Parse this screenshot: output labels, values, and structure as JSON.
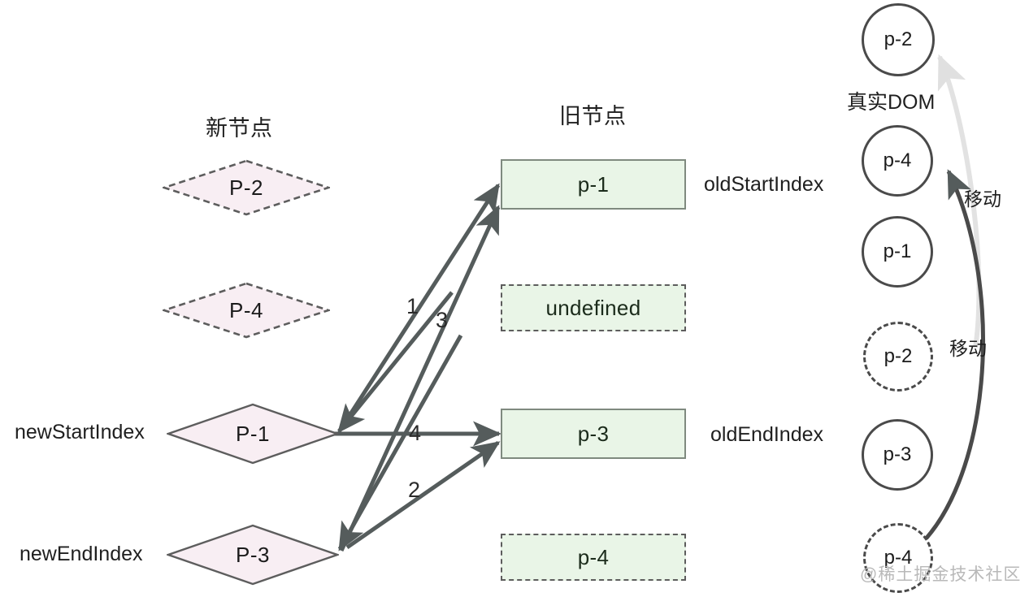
{
  "columns": {
    "new_nodes_title": "新节点",
    "old_nodes_title": "旧节点",
    "real_dom_title": "真实DOM"
  },
  "new_nodes": [
    {
      "label": "P-2",
      "border": "dashed",
      "pointer": ""
    },
    {
      "label": "P-4",
      "border": "dashed",
      "pointer": ""
    },
    {
      "label": "P-1",
      "border": "solid",
      "pointer": "newStartIndex"
    },
    {
      "label": "P-3",
      "border": "solid",
      "pointer": "newEndIndex"
    }
  ],
  "old_nodes": [
    {
      "label": "p-1",
      "border": "solid",
      "pointer": "oldStartIndex"
    },
    {
      "label": "undefined",
      "border": "dashed",
      "pointer": ""
    },
    {
      "label": "p-3",
      "border": "solid",
      "pointer": "oldEndIndex"
    },
    {
      "label": "p-4",
      "border": "dashed",
      "pointer": ""
    }
  ],
  "real_dom": [
    {
      "label": "p-2",
      "border": "solid"
    },
    {
      "label": "p-4",
      "border": "solid"
    },
    {
      "label": "p-1",
      "border": "solid"
    },
    {
      "label": "p-2",
      "border": "dashed"
    },
    {
      "label": "p-3",
      "border": "solid"
    },
    {
      "label": "p-4",
      "border": "dashed"
    }
  ],
  "steps": [
    {
      "number": "1"
    },
    {
      "number": "3"
    },
    {
      "number": "4"
    },
    {
      "number": "2"
    }
  ],
  "move_labels": [
    {
      "text": "移动"
    },
    {
      "text": "移动"
    }
  ],
  "watermark": "@稀土掘金技术社区",
  "colors": {
    "new_node_fill": "#f8eef3",
    "new_node_stroke": "#5d5d5d",
    "old_node_fill": "#e9f5e7",
    "old_node_stroke": "#7f8a7f",
    "arrow": "#555c5c",
    "arrow_light": "#e2e2e2",
    "circle_stroke": "#4a4a4a",
    "text": "#1f1f1f"
  }
}
